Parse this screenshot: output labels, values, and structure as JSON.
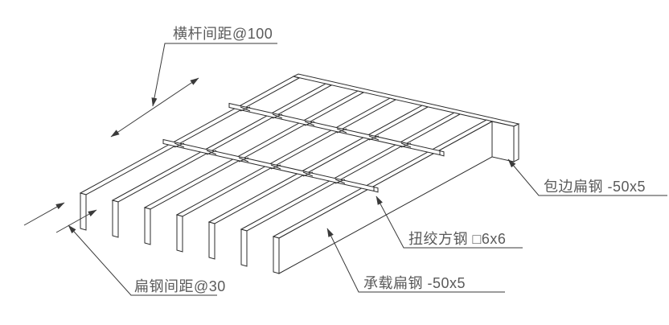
{
  "labels": {
    "cross_bar_spacing": "横杆间距@100",
    "flat_bar_spacing": "扁钢间距@30",
    "edge_flat_steel": "包边扁钢 -50x5",
    "twisted_square_steel": "扭绞方钢 □6x6",
    "bearing_flat_steel": "承载扁钢 -50x5"
  },
  "colors": {
    "background": "#ffffff",
    "line": "#2b2b2b",
    "text": "#5a5a5a"
  }
}
